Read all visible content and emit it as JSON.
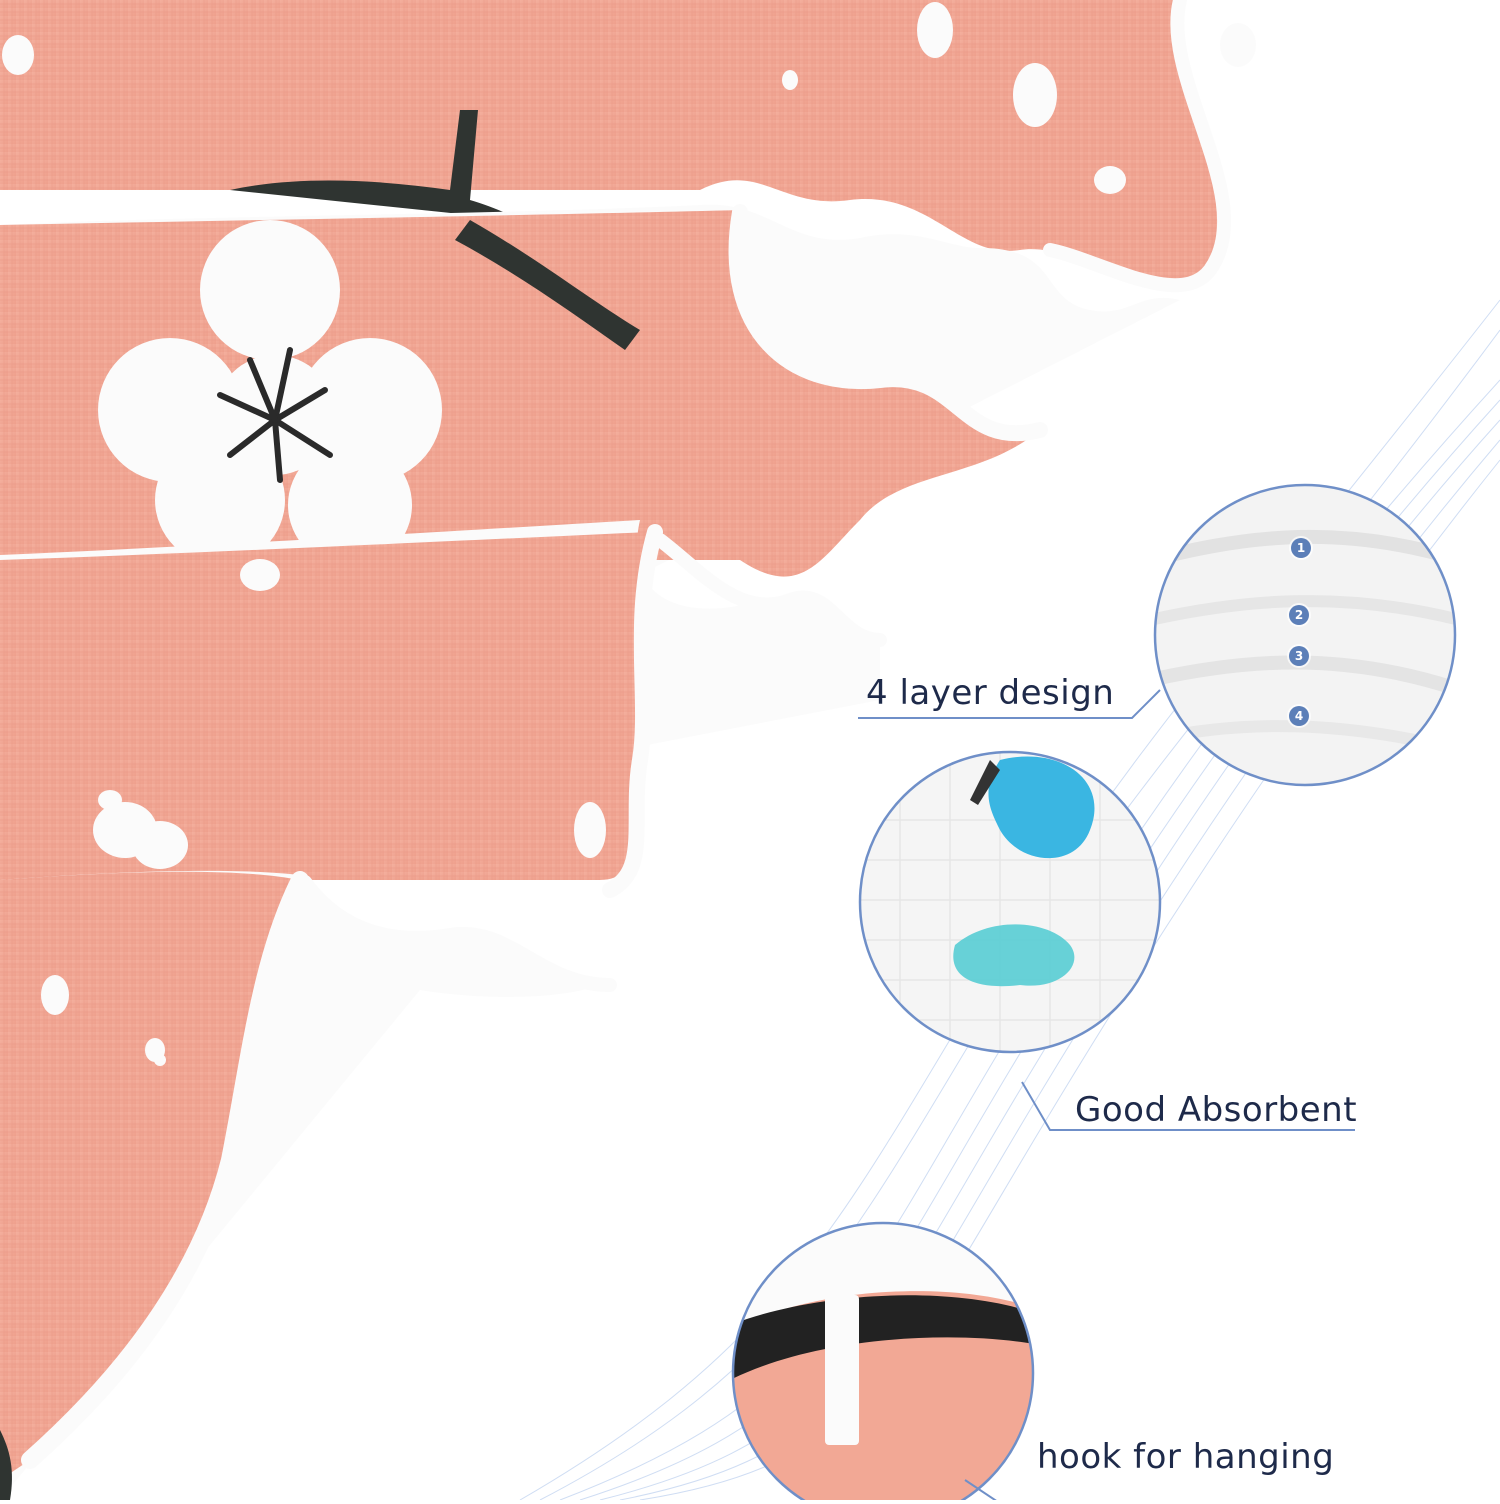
{
  "colors": {
    "fabric_pink": "#f2a895",
    "fabric_pink_shadow": "#e8968a",
    "binding_white": "#fbfbfb",
    "branch": "#2f3431",
    "callout_line": "#6f8fc8",
    "text": "#1e2a4a",
    "badge": "#5c7fb8",
    "droplet": "#3ab6e2",
    "absorbed": "#58cdd4"
  },
  "callouts": {
    "layers": {
      "label": "4 layer design",
      "layer_numbers": [
        "1",
        "2",
        "3",
        "4"
      ]
    },
    "absorbent": {
      "label": "Good Absorbent"
    },
    "hook": {
      "label": "hook for hanging"
    }
  },
  "icons": [
    "flower-icon",
    "branch-shape",
    "droplet-icon",
    "hanging-loop-icon"
  ]
}
